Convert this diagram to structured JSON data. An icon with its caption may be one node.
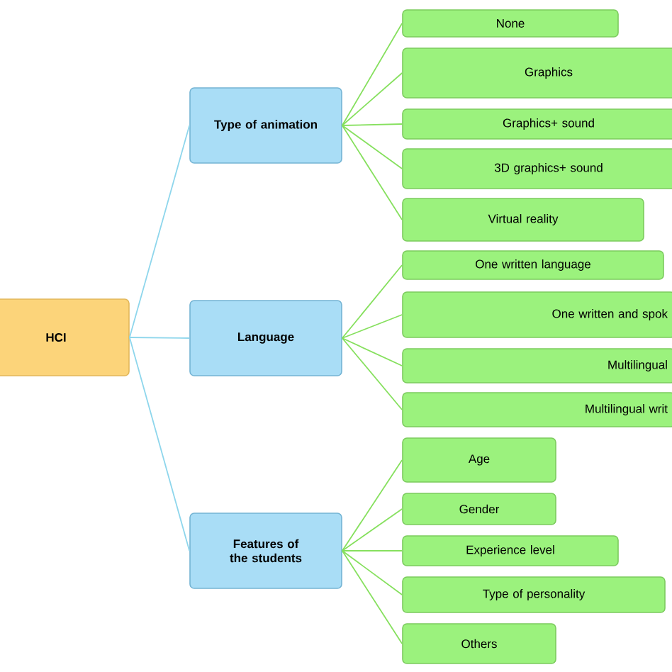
{
  "diagram": {
    "nodes": [
      {
        "text": [
          "HCI"
        ]
      },
      {
        "text": [
          "Type of animation"
        ]
      },
      {
        "text": [
          "Language"
        ]
      },
      {
        "text": [
          "Features of the students"
        ]
      },
      {
        "text": [
          "None"
        ]
      },
      {
        "text": [
          "Graphics"
        ]
      },
      {
        "text": [
          "Graphics+ sound"
        ]
      },
      {
        "text": [
          "3D graphics+ sound"
        ]
      },
      {
        "text": [
          "Virtual reality"
        ]
      },
      {
        "text": [
          "One written language"
        ]
      },
      {
        "text": [
          "One written and spok"
        ]
      },
      {
        "text": [
          "Multilingual"
        ]
      },
      {
        "text": [
          "Multilingual writ"
        ]
      },
      {
        "text": [
          "Age"
        ]
      },
      {
        "text": [
          "Gender"
        ]
      },
      {
        "text": [
          "Experience level"
        ]
      },
      {
        "text": [
          "Type of personality"
        ]
      },
      {
        "text": [
          "Others"
        ]
      }
    ],
    "edges": [
      {
        "from": 0,
        "to": 1,
        "arrow": "none",
        "color": "#8ed6ec"
      },
      {
        "from": 0,
        "to": 2,
        "arrow": "none",
        "color": "#8ed6ec"
      },
      {
        "from": 0,
        "to": 3,
        "arrow": "none",
        "color": "#8ed6ec"
      },
      {
        "from": 1,
        "to": 4,
        "arrow": "none"
      },
      {
        "from": 1,
        "to": 5,
        "arrow": "none"
      },
      {
        "from": 1,
        "to": 6,
        "arrow": "none"
      },
      {
        "from": 1,
        "to": 7,
        "arrow": "none"
      },
      {
        "from": 1,
        "to": 8,
        "arrow": "none"
      },
      {
        "from": 2,
        "to": 9,
        "arrow": "none"
      },
      {
        "from": 2,
        "to": 10,
        "arrow": "none"
      },
      {
        "from": 2,
        "to": 11,
        "arrow": "none"
      },
      {
        "from": 2,
        "to": 12,
        "arrow": "none"
      },
      {
        "from": 3,
        "to": 13,
        "arrow": "none"
      },
      {
        "from": 3,
        "to": 14,
        "arrow": "none"
      },
      {
        "from": 3,
        "to": 15,
        "arrow": "none"
      },
      {
        "from": 3,
        "to": 16,
        "arrow": "none"
      },
      {
        "from": 3,
        "to": 17,
        "arrow": "none"
      }
    ]
  }
}
